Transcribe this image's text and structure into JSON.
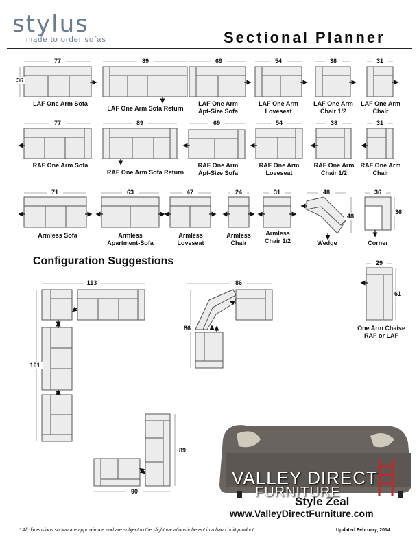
{
  "header": {
    "brand": "stylus",
    "tagline": "made to order sofas",
    "title": "Sectional Planner"
  },
  "pieces": {
    "laf_one_arm_sofa": {
      "label": "LAF One Arm Sofa",
      "width": "77",
      "depth": "36"
    },
    "laf_one_arm_sofa_return": {
      "label": "LAF One Arm Sofa Return",
      "width": "89"
    },
    "laf_one_arm_apt_sofa": {
      "label": "LAF One Arm\nApt-Size Sofa",
      "width": "69"
    },
    "laf_one_arm_loveseat": {
      "label": "LAF One Arm\nLoveseat",
      "width": "54"
    },
    "laf_one_arm_chair_half": {
      "label": "LAF One Arm\nChair 1/2",
      "width": "38"
    },
    "laf_one_arm_chair": {
      "label": "LAF One Arm\nChair",
      "width": "31"
    },
    "raf_one_arm_sofa": {
      "label": "RAF One Arm Sofa",
      "width": "77"
    },
    "raf_one_arm_sofa_return": {
      "label": "RAF One Arm Sofa Return",
      "width": "89"
    },
    "raf_one_arm_apt_sofa": {
      "label": "RAF One Arm\nApt-Size Sofa",
      "width": "69"
    },
    "raf_one_arm_loveseat": {
      "label": "RAF One Arm\nLoveseat",
      "width": "54"
    },
    "raf_one_arm_chair_half": {
      "label": "RAF One Arm\nChair 1/2",
      "width": "38"
    },
    "raf_one_arm_chair": {
      "label": "RAF One Arm\nChair",
      "width": "31"
    },
    "armless_sofa": {
      "label": "Armless Sofa",
      "width": "71"
    },
    "armless_apartment_sofa": {
      "label": "Armless\nApartment-Sofa",
      "width": "63"
    },
    "armless_loveseat": {
      "label": "Armless\nLoveseat",
      "width": "47"
    },
    "armless_chair": {
      "label": "Armless\nChair",
      "width": "24"
    },
    "armless_chair_half": {
      "label": "Armless\nChair 1/2",
      "width": "31"
    },
    "wedge": {
      "label": "Wedge",
      "width": "48",
      "depth": "48"
    },
    "corner": {
      "label": "Corner",
      "width": "36",
      "depth": "36"
    },
    "chaise": {
      "label": "One Arm Chaise\nRAF or LAF",
      "width": "29",
      "depth": "61"
    }
  },
  "config": {
    "heading": "Configuration Suggestions",
    "c1_width": "113",
    "c1_height": "161",
    "c2_width": "86",
    "c2_height": "86",
    "c3_width": "90",
    "c3_height": "89"
  },
  "photo": {
    "dealer_line1": "VALLEY DIRECT",
    "dealer_line2": "FURNITURE",
    "style_name": "Style Zeal",
    "url": "www.ValleyDirectFurniture.com"
  },
  "footer": {
    "disclaimer": "* All dimensions shown are approximate and are subject to the slight variations inherent in a hand built product",
    "updated": "Updated February, 2014"
  },
  "colors": {
    "piece_fill": "#ececec",
    "piece_stroke": "#555555",
    "brand": "#6b7c8f"
  }
}
